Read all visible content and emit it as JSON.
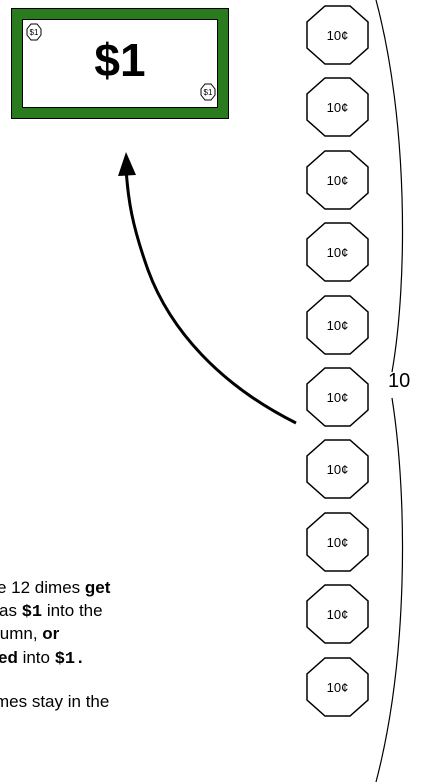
{
  "bill": {
    "value": "$1",
    "corner_label": "$1",
    "color": "#2a7a1e"
  },
  "coins": {
    "label": "10¢",
    "count": 10
  },
  "brace": {
    "label": "10"
  },
  "explanation": {
    "line1_a": "e 12 dimes ",
    "line1_b": "get",
    "line2_a": "as ",
    "line2_code": "$1",
    "line2_b": "  into the",
    "line3_a": "lumn, ",
    "line3_b": "or",
    "line4_a": "ed",
    "line4_b": " into ",
    "line4_code": "$1.",
    "line5": "mes stay in the"
  },
  "icons": {
    "arrow": "curved-arrow-icon"
  }
}
